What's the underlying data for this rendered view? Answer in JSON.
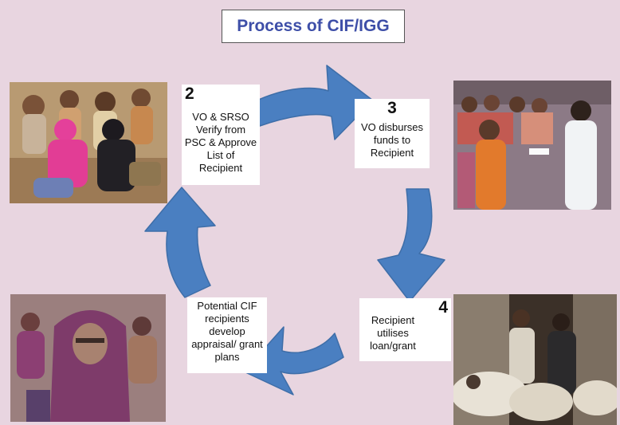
{
  "title": "Process of CIF/IGG",
  "colors": {
    "background": "#e8d5e0",
    "arrow": "#4a7fc1",
    "title_text": "#3e4fa8"
  },
  "steps": [
    {
      "number": "2",
      "text": "VO & SRSO Verify from PSC & Approve List of Recipient"
    },
    {
      "number": "3",
      "text": "VO disburses funds to Recipient"
    },
    {
      "number": "4",
      "text": "Recipient utilises loan/grant"
    },
    {
      "number": "",
      "text": "Potential CIF recipients develop appraisal/ grant plans"
    }
  ],
  "photos": [
    {
      "icon": "group-meeting-photo"
    },
    {
      "icon": "fund-disbursement-photo"
    },
    {
      "icon": "livestock-recipients-photo"
    },
    {
      "icon": "women-group-photo"
    }
  ]
}
